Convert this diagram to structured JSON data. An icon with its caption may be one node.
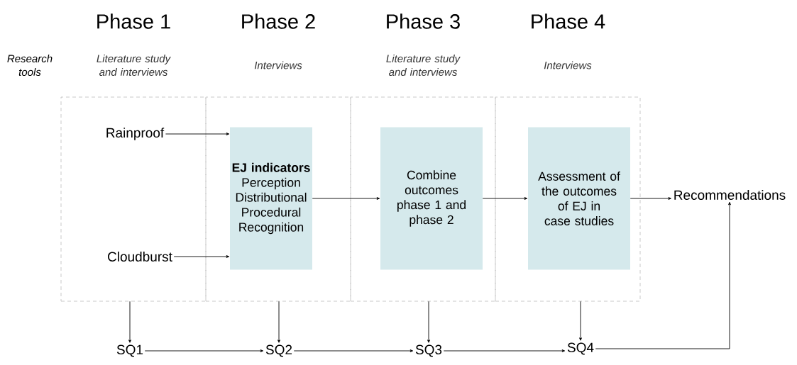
{
  "diagram": {
    "nodes": [
      {
        "text": [
          "Phase 1",
          "Literature study and interviews"
        ]
      },
      {
        "text": [
          "Phase 2",
          "Interviews"
        ]
      },
      {
        "text": [
          "Phase 3",
          "Literature study and interviews"
        ]
      },
      {
        "text": [
          "Phase 4",
          "Interviews"
        ]
      },
      {
        "text": [
          "Rainproof"
        ],
        "in": 0
      },
      {
        "text": [
          "Cloudburst"
        ],
        "in": 0
      },
      {
        "text": [
          "EJ indicators",
          "Perception Distributional Procedural Recognition"
        ],
        "in": 1
      },
      {
        "text": [
          "Combine outcomes phase 1 and phase 2"
        ],
        "in": 2
      },
      {
        "text": [
          "Assessment of the outcomes of EJ in case studies"
        ],
        "in": 3
      },
      {
        "text": [
          "Recommendations"
        ]
      },
      {
        "text": [
          "SQ1"
        ]
      },
      {
        "text": [
          "SQ2"
        ]
      },
      {
        "text": [
          "SQ3"
        ]
      },
      {
        "text": [
          "SQ4"
        ]
      }
    ],
    "edges": [
      {
        "from": 4,
        "to": 6,
        "arrow": "to"
      },
      {
        "from": 5,
        "to": 6,
        "arrow": "to"
      },
      {
        "from": 6,
        "to": 7,
        "arrow": "to"
      },
      {
        "from": 7,
        "to": 8,
        "arrow": "to"
      },
      {
        "from": 8,
        "to": 9,
        "arrow": "to"
      },
      {
        "from": 0,
        "to": 10,
        "arrow": "to"
      },
      {
        "from": 1,
        "to": 11,
        "arrow": "to"
      },
      {
        "from": 2,
        "to": 12,
        "arrow": "to"
      },
      {
        "from": 3,
        "to": 13,
        "arrow": "to"
      },
      {
        "from": 10,
        "to": 11,
        "arrow": "to"
      },
      {
        "from": 11,
        "to": 12,
        "arrow": "to"
      },
      {
        "from": 12,
        "to": 13,
        "arrow": "to"
      },
      {
        "from": 13,
        "to": 9,
        "arrow": "to"
      }
    ],
    "labels": [
      "Research tools"
    ]
  }
}
